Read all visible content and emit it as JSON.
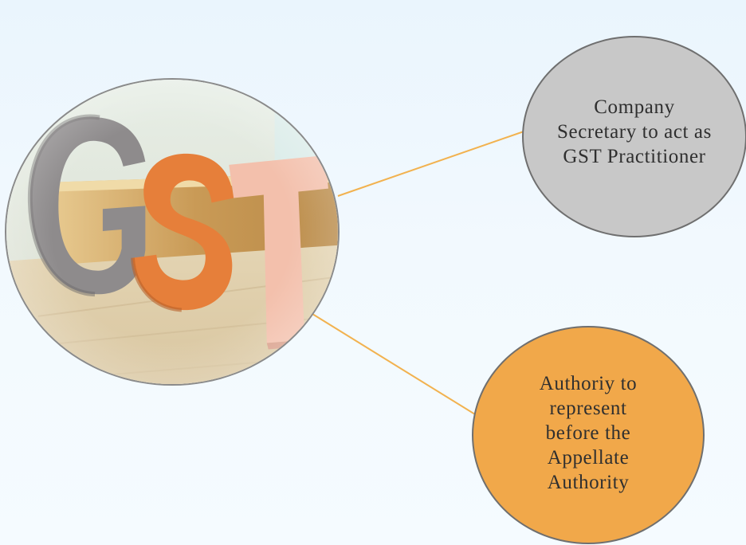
{
  "hub": {
    "image_text": "GST",
    "image_alt": "GST letters"
  },
  "nodes": [
    {
      "label": "Company Secretary to act as GST Practitioner",
      "color": "#c8c8c8"
    },
    {
      "label": "Authoriy to represent before the Appellate Authority",
      "color": "#f1a84a"
    }
  ],
  "connector_color": "#f2b24f"
}
